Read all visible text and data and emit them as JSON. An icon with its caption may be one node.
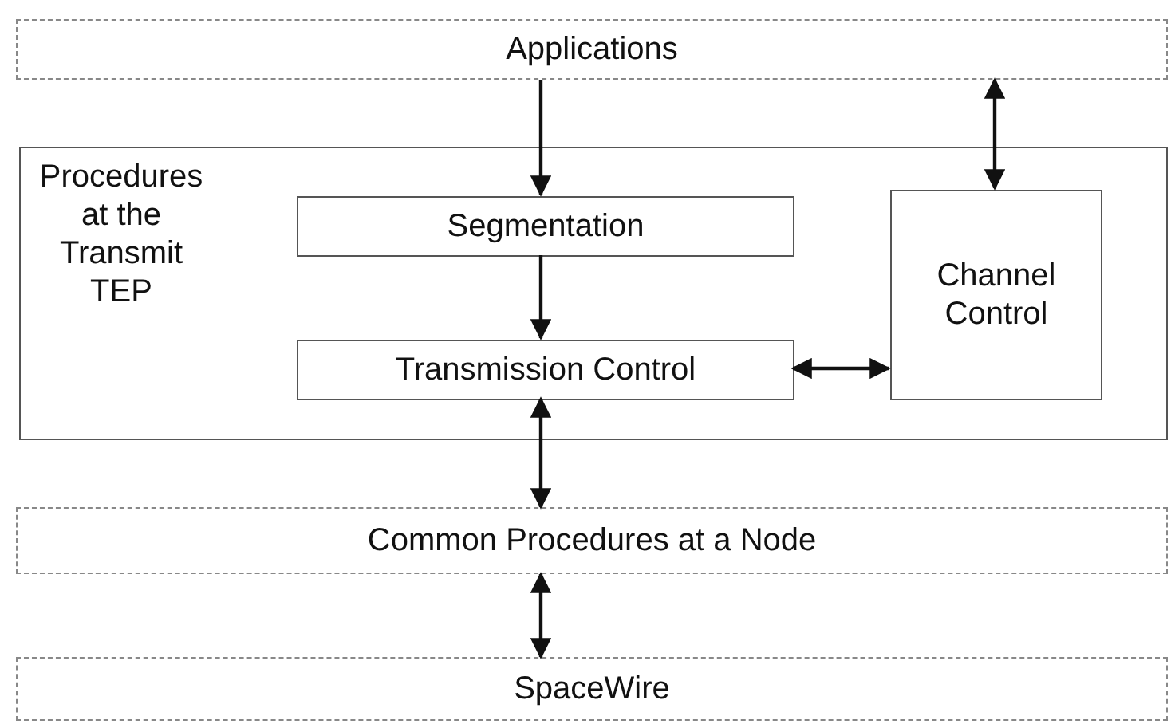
{
  "diagram": {
    "nodes": [
      {
        "text": [
          "Applications"
        ]
      },
      {
        "text": [
          "Procedures at the Transmit TEP"
        ]
      },
      {
        "text": [
          "Segmentation"
        ],
        "in": 1
      },
      {
        "text": [
          "Transmission Control"
        ],
        "in": 1
      },
      {
        "text": [
          "Channel Control"
        ],
        "in": 1
      },
      {
        "text": [
          "Common Procedures at a Node"
        ]
      },
      {
        "text": [
          "SpaceWire"
        ]
      }
    ],
    "edges": [
      {
        "from": 0,
        "to": 2,
        "arrow": "to"
      },
      {
        "from": 0,
        "to": 4,
        "arrow": "both"
      },
      {
        "from": 2,
        "to": 3,
        "arrow": "to"
      },
      {
        "from": 3,
        "to": 4,
        "arrow": "both"
      },
      {
        "from": 3,
        "to": 5,
        "arrow": "both"
      },
      {
        "from": 5,
        "to": 6,
        "arrow": "both"
      }
    ]
  }
}
